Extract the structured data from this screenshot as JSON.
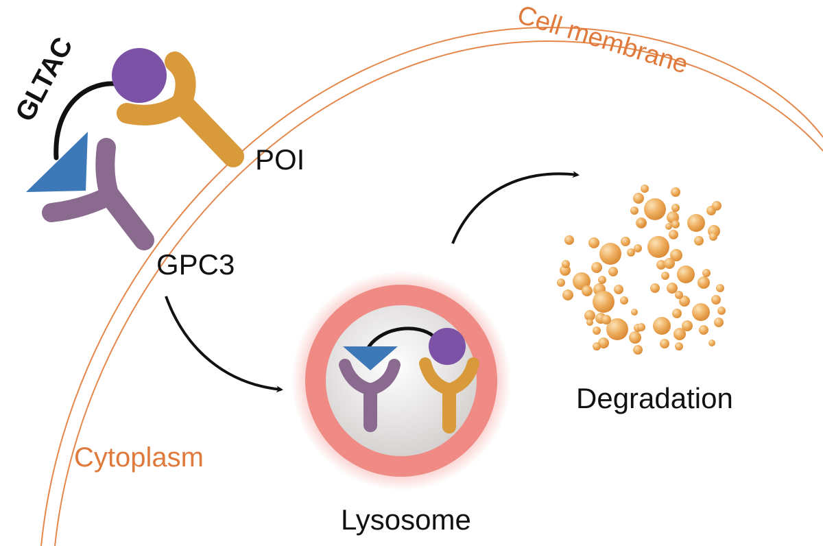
{
  "labels": {
    "gltac": "GLTAC",
    "poi": "POI",
    "gpc3": "GPC3",
    "cell_membrane": "Cell membrane",
    "cytoplasm": "Cytoplasm",
    "lysosome": "Lysosome",
    "degradation": "Degradation"
  },
  "colors": {
    "membrane": "#e5874a",
    "accent_text": "#e07a3c",
    "text": "#111111",
    "poi_ligand": "#7b52a6",
    "poi_receptor": "#d89a3a",
    "gpc3_receptor": "#8a6a8f",
    "binder": "#3d78b8",
    "linker": "#111111",
    "lysosome_ring": "#ef8a84",
    "lysosome_core": "#eceaea",
    "particle": "#e8a34e",
    "particle_highlight": "#fbe2b7"
  }
}
